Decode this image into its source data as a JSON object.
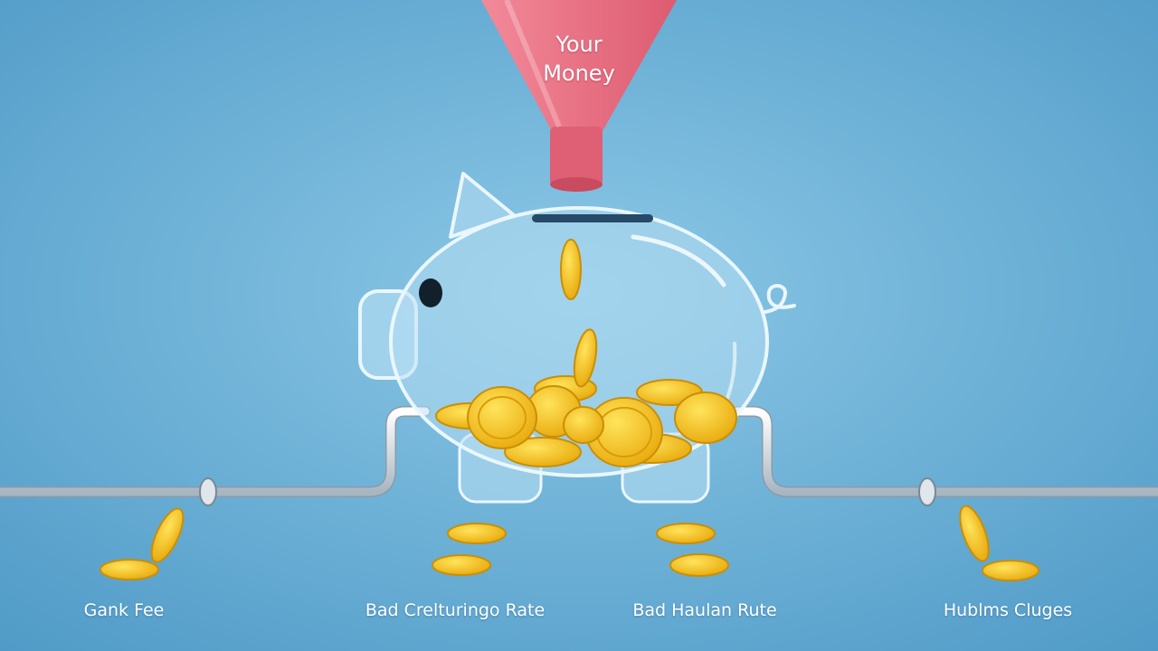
{
  "funnel": {
    "line1": "Your",
    "line2": "Money",
    "color": "#e8667a"
  },
  "captions": [
    "Gank Fee",
    "Bad Crelturingo Rate",
    "Bad Haulan Rute",
    "Hublms Cluges"
  ],
  "colors": {
    "background": "#6aaed6",
    "coin": "#f2c21b",
    "glass": "#bfe3f5",
    "pipe": "#e6ecf1"
  }
}
